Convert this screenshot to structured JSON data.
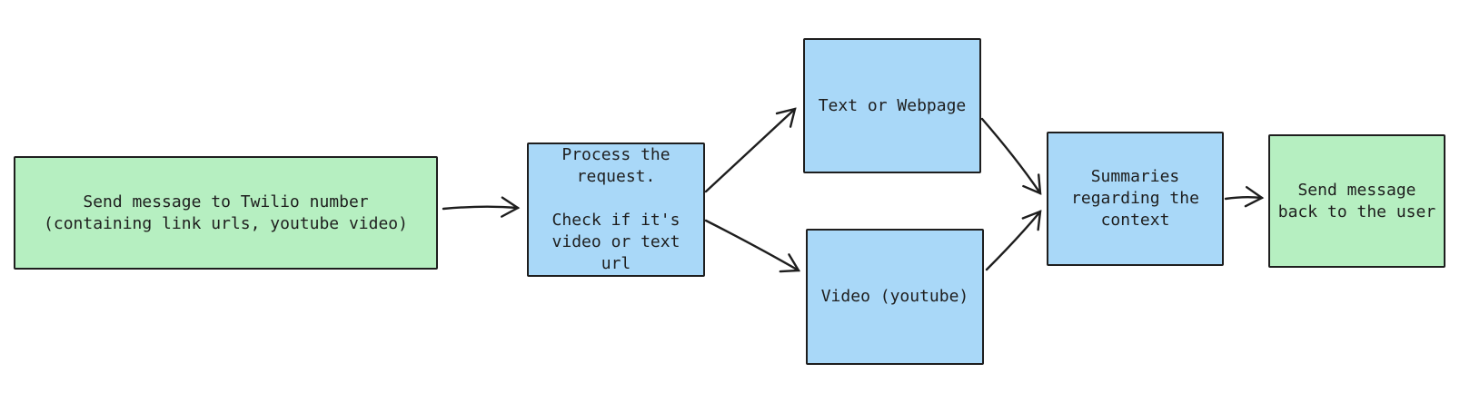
{
  "diagram": {
    "background": "#ffffff",
    "stroke_color": "#1e1e1e",
    "node_colors": {
      "green": "#b6efc1",
      "blue": "#a9d8f8"
    },
    "nodes": [
      {
        "id": "send-to-twilio-number",
        "fill": "green",
        "label": "Send message to Twilio number\n(containing link urls, youtube video)"
      },
      {
        "id": "process-request",
        "fill": "blue",
        "label": "Process the\nrequest.\n\nCheck if it's\nvideo or text\nurl"
      },
      {
        "id": "text-or-webpage",
        "fill": "blue",
        "label": "Text or Webpage"
      },
      {
        "id": "video-youtube",
        "fill": "blue",
        "label": "Video (youtube)"
      },
      {
        "id": "summaries-context",
        "fill": "blue",
        "label": "Summaries\nregarding the\ncontext"
      },
      {
        "id": "send-back-to-user",
        "fill": "green",
        "label": "Send message\nback to the user"
      }
    ],
    "edges": [
      {
        "from": "send-to-twilio-number",
        "to": "process-request"
      },
      {
        "from": "process-request",
        "to": "text-or-webpage"
      },
      {
        "from": "process-request",
        "to": "video-youtube"
      },
      {
        "from": "text-or-webpage",
        "to": "summaries-context"
      },
      {
        "from": "video-youtube",
        "to": "summaries-context"
      },
      {
        "from": "summaries-context",
        "to": "send-back-to-user"
      }
    ]
  }
}
